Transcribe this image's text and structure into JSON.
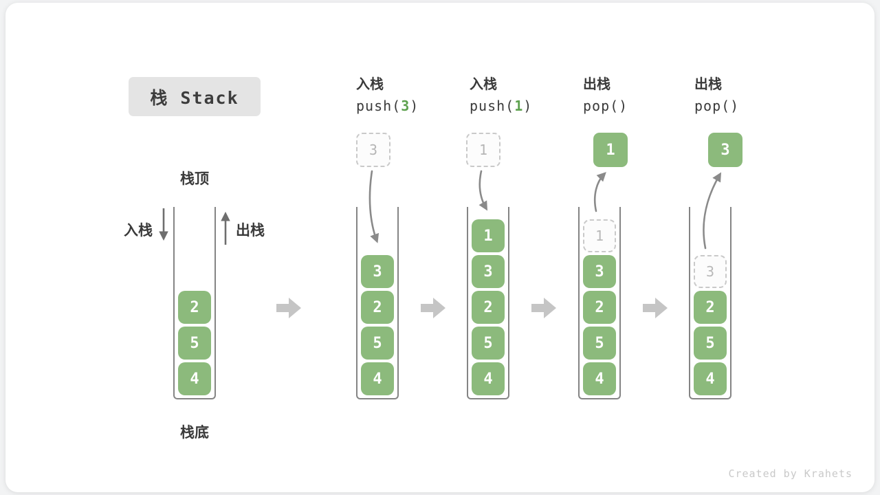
{
  "title": "栈 Stack",
  "watermark": "Created by Krahets",
  "labels": {
    "stack_top": "栈顶",
    "stack_bottom": "栈底",
    "push_side": "入栈",
    "pop_side": "出栈"
  },
  "operations": [
    {
      "name": "入栈",
      "code_prefix": "push(",
      "arg": "3",
      "code_suffix": ")"
    },
    {
      "name": "入栈",
      "code_prefix": "push(",
      "arg": "1",
      "code_suffix": ")"
    },
    {
      "name": "出栈",
      "code_prefix": "pop(",
      "arg": "",
      "code_suffix": ")"
    },
    {
      "name": "出栈",
      "code_prefix": "pop(",
      "arg": "",
      "code_suffix": ")"
    }
  ],
  "stacks": [
    {
      "blocks": [
        {
          "value": "2"
        },
        {
          "value": "5"
        },
        {
          "value": "4"
        }
      ]
    },
    {
      "floating": {
        "value": "3",
        "kind": "ghost"
      },
      "blocks": [
        {
          "value": "3"
        },
        {
          "value": "2"
        },
        {
          "value": "5"
        },
        {
          "value": "4"
        }
      ]
    },
    {
      "floating": {
        "value": "1",
        "kind": "ghost"
      },
      "blocks": [
        {
          "value": "1"
        },
        {
          "value": "3"
        },
        {
          "value": "2"
        },
        {
          "value": "5"
        },
        {
          "value": "4"
        }
      ]
    },
    {
      "floating": {
        "value": "1",
        "kind": "popped"
      },
      "blocks": [
        {
          "value": "1",
          "ghost": true
        },
        {
          "value": "3"
        },
        {
          "value": "2"
        },
        {
          "value": "5"
        },
        {
          "value": "4"
        }
      ]
    },
    {
      "floating": {
        "value": "3",
        "kind": "popped"
      },
      "blocks": [
        {
          "value": "3",
          "ghost": true
        },
        {
          "value": "2"
        },
        {
          "value": "5"
        },
        {
          "value": "4"
        }
      ]
    }
  ],
  "colors": {
    "block_green": "#8cba7c",
    "code_arg_green": "#5da14e",
    "curve_arrow_gray": "#8a8a8a",
    "step_arrow_gray": "#c5c5c5",
    "ghost_border_gray": "#c9c9c9",
    "text_dark": "#3a3a3a",
    "badge_bg": "#e4e4e4"
  }
}
